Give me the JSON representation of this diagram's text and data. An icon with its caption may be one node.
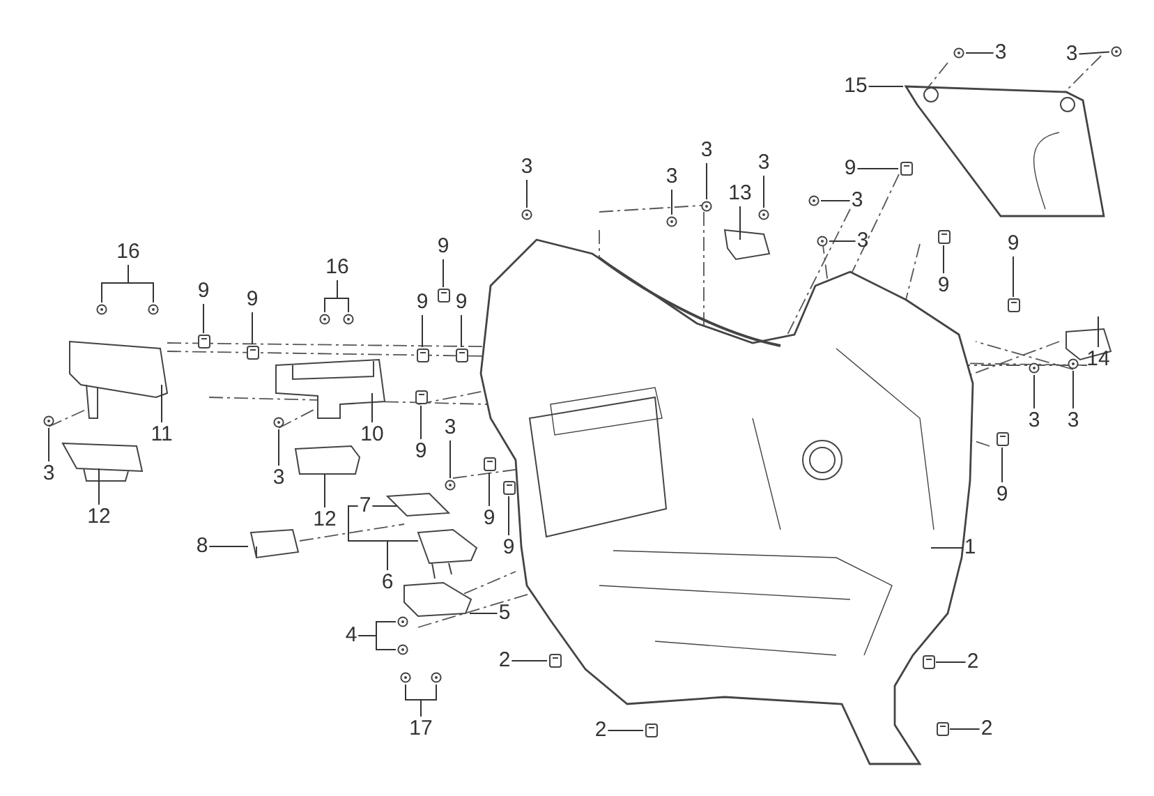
{
  "diagram": {
    "nodes": [
      {
        "text": [
          "3"
        ]
      },
      {
        "text": [
          "3"
        ]
      },
      {
        "text": [
          "15"
        ]
      },
      {
        "text": [
          "3"
        ]
      },
      {
        "text": [
          "3"
        ]
      },
      {
        "text": [
          "9"
        ]
      },
      {
        "text": [
          "3"
        ]
      },
      {
        "text": [
          "3"
        ]
      },
      {
        "text": [
          "13"
        ]
      },
      {
        "text": [
          "3"
        ]
      },
      {
        "text": [
          "3"
        ]
      },
      {
        "text": [
          "9"
        ]
      },
      {
        "text": [
          "9"
        ]
      },
      {
        "text": [
          "16"
        ]
      },
      {
        "text": [
          "16"
        ]
      },
      {
        "text": [
          "9"
        ]
      },
      {
        "text": [
          "9"
        ]
      },
      {
        "text": [
          "9"
        ]
      },
      {
        "text": [
          "9"
        ]
      },
      {
        "text": [
          "9"
        ]
      },
      {
        "text": [
          "14"
        ]
      },
      {
        "text": [
          "3"
        ]
      },
      {
        "text": [
          "3"
        ]
      },
      {
        "text": [
          "3"
        ]
      },
      {
        "text": [
          "11"
        ]
      },
      {
        "text": [
          "10"
        ]
      },
      {
        "text": [
          "9"
        ]
      },
      {
        "text": [
          "3"
        ]
      },
      {
        "text": [
          "3"
        ]
      },
      {
        "text": [
          "9"
        ]
      },
      {
        "text": [
          "7"
        ]
      },
      {
        "text": [
          "12"
        ]
      },
      {
        "text": [
          "12"
        ]
      },
      {
        "text": [
          "9"
        ]
      },
      {
        "text": [
          "8"
        ]
      },
      {
        "text": [
          "1"
        ]
      },
      {
        "text": [
          "9"
        ]
      },
      {
        "text": [
          "6"
        ]
      },
      {
        "text": [
          "5"
        ]
      },
      {
        "text": [
          "4"
        ]
      },
      {
        "text": [
          "2"
        ]
      },
      {
        "text": [
          "2"
        ]
      },
      {
        "text": [
          "2"
        ]
      },
      {
        "text": [
          "2"
        ]
      },
      {
        "text": [
          "17"
        ]
      },
      {
        "text": [],
        "shape": "circle"
      },
      {
        "text": [],
        "shape": "circle"
      },
      {
        "text": [],
        "shape": "circle"
      },
      {
        "text": [],
        "shape": "circle"
      },
      {
        "text": [],
        "shape": "box"
      },
      {
        "text": [],
        "shape": "circle"
      },
      {
        "text": [],
        "shape": "circle"
      },
      {
        "text": [],
        "shape": "circle"
      },
      {
        "text": [],
        "shape": "circle"
      },
      {
        "text": [],
        "shape": "box"
      },
      {
        "text": [],
        "shape": "box"
      },
      {
        "text": [],
        "shape": "circle"
      },
      {
        "text": [],
        "shape": "circle"
      },
      {
        "text": [],
        "shape": "circle"
      },
      {
        "text": [],
        "shape": "circle"
      },
      {
        "text": [],
        "shape": "box"
      },
      {
        "text": [],
        "shape": "box"
      },
      {
        "text": [],
        "shape": "box"
      },
      {
        "text": [],
        "shape": "box"
      },
      {
        "text": [],
        "shape": "box"
      },
      {
        "text": [],
        "shape": "circle"
      },
      {
        "text": [],
        "shape": "circle"
      },
      {
        "text": [],
        "shape": "circle"
      },
      {
        "text": [],
        "shape": "box"
      },
      {
        "text": [],
        "shape": "circle"
      },
      {
        "text": [],
        "shape": "circle"
      },
      {
        "text": [],
        "shape": "box"
      },
      {
        "text": [],
        "shape": "box"
      },
      {
        "text": [],
        "shape": "box"
      },
      {
        "text": [],
        "shape": "circle"
      },
      {
        "text": [],
        "shape": "circle"
      },
      {
        "text": [],
        "shape": "box"
      },
      {
        "text": [],
        "shape": "box"
      },
      {
        "text": [],
        "shape": "box"
      },
      {
        "text": [],
        "shape": "box"
      },
      {
        "text": [],
        "shape": "circle"
      },
      {
        "text": [],
        "shape": "circle"
      }
    ],
    "edges": [
      {
        "from": 0,
        "to": 45,
        "arrow": "none"
      },
      {
        "from": 1,
        "to": 46,
        "arrow": "none"
      },
      {
        "from": 2,
        "to": null,
        "arrow": "none"
      },
      {
        "from": 3,
        "to": 47,
        "arrow": "none"
      },
      {
        "from": 4,
        "to": 48,
        "arrow": "none"
      },
      {
        "from": 5,
        "to": 49,
        "arrow": "none"
      },
      {
        "from": 6,
        "to": 50,
        "arrow": "none"
      },
      {
        "from": 7,
        "to": 51,
        "arrow": "none"
      },
      {
        "from": 8,
        "to": null,
        "arrow": "none"
      },
      {
        "from": 9,
        "to": 52,
        "arrow": "none"
      },
      {
        "from": 10,
        "to": 53,
        "arrow": "none"
      },
      {
        "from": 11,
        "to": 54,
        "arrow": "none"
      },
      {
        "from": 12,
        "to": 55,
        "arrow": "none"
      },
      {
        "from": 13,
        "to": 56,
        "arrow": "none"
      },
      {
        "from": 13,
        "to": 57,
        "arrow": "none"
      },
      {
        "from": 14,
        "to": 58,
        "arrow": "none"
      },
      {
        "from": 14,
        "to": 59,
        "arrow": "none"
      },
      {
        "from": 15,
        "to": 60,
        "arrow": "none"
      },
      {
        "from": 16,
        "to": 61,
        "arrow": "none"
      },
      {
        "from": 17,
        "to": 62,
        "arrow": "none"
      },
      {
        "from": 18,
        "to": 63,
        "arrow": "none"
      },
      {
        "from": 19,
        "to": 64,
        "arrow": "none"
      },
      {
        "from": 20,
        "to": null,
        "arrow": "none"
      },
      {
        "from": 21,
        "to": 65,
        "arrow": "none"
      },
      {
        "from": 22,
        "to": 66,
        "arrow": "none"
      },
      {
        "from": 23,
        "to": 67,
        "arrow": "none"
      },
      {
        "from": 24,
        "to": null,
        "arrow": "none"
      },
      {
        "from": 25,
        "to": null,
        "arrow": "none"
      },
      {
        "from": 26,
        "to": 68,
        "arrow": "none"
      },
      {
        "from": 27,
        "to": 69,
        "arrow": "none"
      },
      {
        "from": 28,
        "to": 70,
        "arrow": "none"
      },
      {
        "from": 29,
        "to": 71,
        "arrow": "none"
      },
      {
        "from": 30,
        "to": null,
        "arrow": "none"
      },
      {
        "from": 31,
        "to": null,
        "arrow": "none"
      },
      {
        "from": 32,
        "to": null,
        "arrow": "none"
      },
      {
        "from": 33,
        "to": 72,
        "arrow": "none"
      },
      {
        "from": 34,
        "to": null,
        "arrow": "none"
      },
      {
        "from": 35,
        "to": null,
        "arrow": "none"
      },
      {
        "from": 36,
        "to": 73,
        "arrow": "none"
      },
      {
        "from": 37,
        "to": null,
        "arrow": "none"
      },
      {
        "from": 37,
        "to": 30,
        "arrow": "none"
      },
      {
        "from": 38,
        "to": null,
        "arrow": "none"
      },
      {
        "from": 39,
        "to": 74,
        "arrow": "none"
      },
      {
        "from": 39,
        "to": 75,
        "arrow": "none"
      },
      {
        "from": 40,
        "to": 76,
        "arrow": "none"
      },
      {
        "from": 41,
        "to": 77,
        "arrow": "none"
      },
      {
        "from": 42,
        "to": 78,
        "arrow": "none"
      },
      {
        "from": 43,
        "to": 79,
        "arrow": "none"
      },
      {
        "from": 44,
        "to": 80,
        "arrow": "none"
      },
      {
        "from": 44,
        "to": 81,
        "arrow": "none"
      }
    ]
  }
}
